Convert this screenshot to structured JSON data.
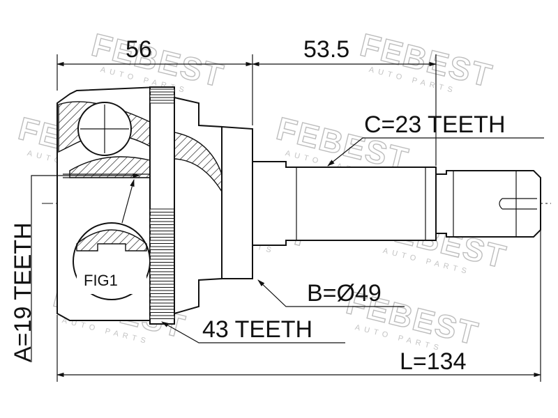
{
  "watermark": {
    "brand": "FEBEST",
    "sub": "AUTO PARTS"
  },
  "dimensions": {
    "length_left": "56",
    "length_right": "53.5",
    "total_length": "L=134",
    "outer_spline": "C=23 TEETH",
    "outer_diameter": "B=Ø49",
    "abs_ring": "43 TEETH",
    "inner_spline": "A=19 TEETH"
  },
  "figure_label": "FIG1"
}
